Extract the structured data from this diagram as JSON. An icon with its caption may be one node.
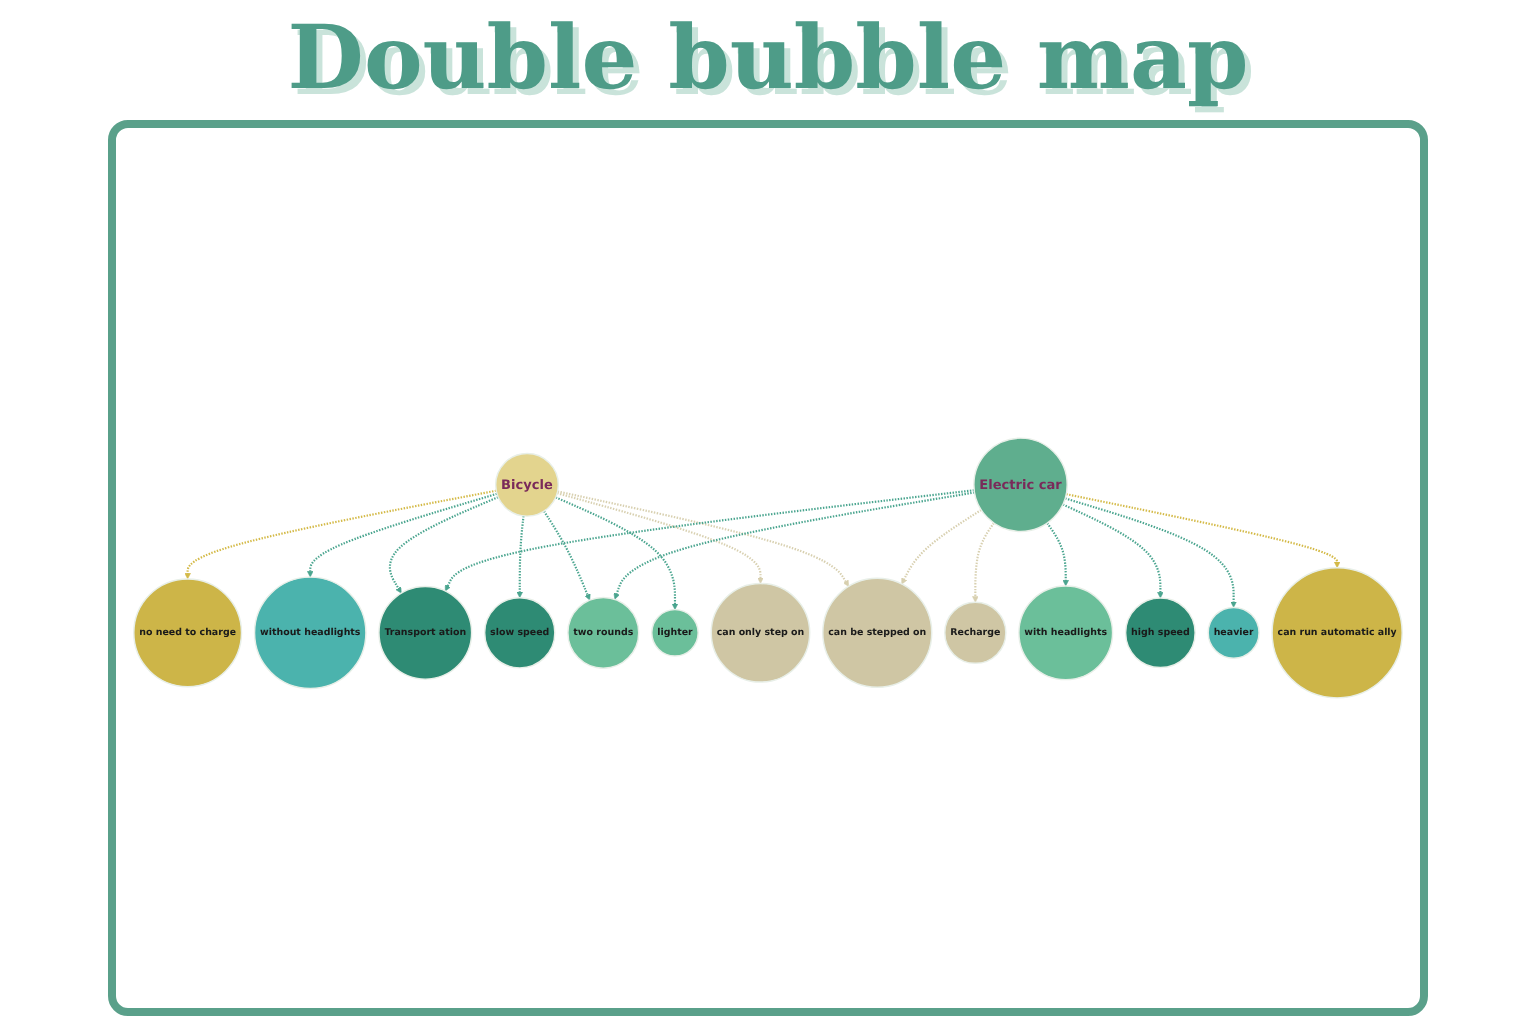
{
  "diagram": {
    "title": "Double bubble map",
    "nodes": [
      {
        "text": [
          "no need to charge"
        ]
      },
      {
        "text": [
          "Recharge"
        ]
      },
      {
        "text": [
          "Transport ation"
        ]
      },
      {
        "text": [
          "without headlights"
        ]
      },
      {
        "text": [
          "with headlights"
        ]
      },
      {
        "text": [
          "slow speed"
        ]
      },
      {
        "text": [
          "Bicycle"
        ]
      },
      {
        "text": [
          "two rounds"
        ]
      },
      {
        "text": [
          "Electric car"
        ]
      },
      {
        "text": [
          "high speed"
        ]
      },
      {
        "text": [
          "lighter"
        ]
      },
      {
        "text": [
          "heavier"
        ]
      },
      {
        "text": [
          "can only step on"
        ]
      },
      {
        "text": [
          "can be stepped on"
        ]
      },
      {
        "text": [
          "can run automatic ally"
        ]
      }
    ],
    "edges": [
      {
        "from": 6,
        "to": 0,
        "arrow": "to",
        "style": "dashed",
        "color": "#d4ba48"
      },
      {
        "from": 6,
        "to": 3,
        "arrow": "to",
        "style": "dashed"
      },
      {
        "from": 6,
        "to": 2,
        "arrow": "to",
        "style": "dashed"
      },
      {
        "from": 6,
        "to": 5,
        "arrow": "to",
        "style": "dashed"
      },
      {
        "from": 6,
        "to": 7,
        "arrow": "to",
        "style": "dashed"
      },
      {
        "from": 6,
        "to": 10,
        "arrow": "to",
        "style": "dashed"
      },
      {
        "from": 6,
        "to": 12,
        "arrow": "to",
        "style": "dashed",
        "color": "#d8d0b0"
      },
      {
        "from": 6,
        "to": 13,
        "arrow": "to",
        "style": "dashed",
        "color": "#d8d0b0"
      },
      {
        "from": 8,
        "to": 2,
        "arrow": "to",
        "style": "dashed"
      },
      {
        "from": 8,
        "to": 1,
        "arrow": "to",
        "style": "dashed",
        "color": "#d8d0b0"
      },
      {
        "from": 8,
        "to": 4,
        "arrow": "to",
        "style": "dashed"
      },
      {
        "from": 8,
        "to": 7,
        "arrow": "to",
        "style": "dashed"
      },
      {
        "from": 8,
        "to": 9,
        "arrow": "to",
        "style": "dashed"
      },
      {
        "from": 8,
        "to": 11,
        "arrow": "to",
        "style": "dashed"
      },
      {
        "from": 8,
        "to": 13,
        "arrow": "to",
        "style": "dashed",
        "color": "#d8d0b0"
      },
      {
        "from": 8,
        "to": 14,
        "arrow": "to",
        "style": "dashed",
        "color": "#d4ba48"
      }
    ]
  }
}
